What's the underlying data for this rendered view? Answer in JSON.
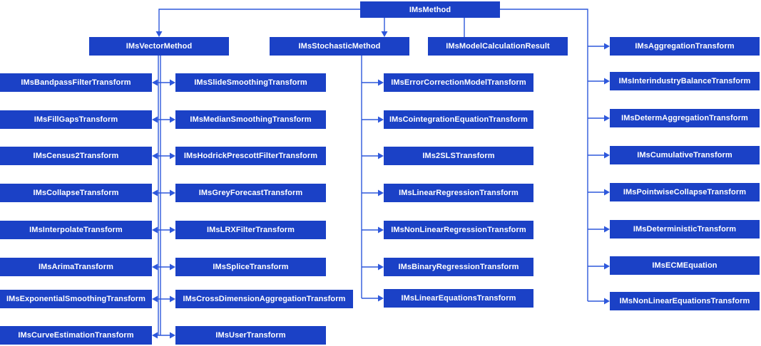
{
  "colors": {
    "node_fill": "#1b41c6",
    "connector": "#2e58dc",
    "text": "#ffffff",
    "background": "#ffffff"
  },
  "diagram": {
    "root": "IMsMethod",
    "level2": [
      "IMsVectorMethod",
      "IMsStochasticMethod",
      "IMsModelCalculationResult"
    ],
    "vector_left": [
      "IMsBandpassFilterTransform",
      "IMsFillGapsTransform",
      "IMsCensus2Transform",
      "IMsCollapseTransform",
      "IMsInterpolateTransform",
      "IMsArimaTransform",
      "IMsExponentialSmoothingTransform",
      "IMsCurveEstimationTransform"
    ],
    "vector_right": [
      "IMsSlideSmoothingTransform",
      "IMsMedianSmoothingTransform",
      "IMsHodrickPrescottFilterTransform",
      "IMsGreyForecastTransform",
      "IMsLRXFilterTransform",
      "IMsSpliceTransform",
      "IMsCrossDimensionAggregationTransform",
      "IMsUserTransform"
    ],
    "stochastic_children": [
      "IMsErrorCorrectionModelTransform",
      "IMsCointegrationEquationTransform",
      "IMs2SLSTransform",
      "IMsLinearRegressionTransform",
      "IMsNonLinearRegressionTransform",
      "IMsBinaryRegressionTransform",
      "IMsLinearEquationsTransform"
    ],
    "method_children": [
      "IMsAggregationTransform",
      "IMsInterindustryBalanceTransform",
      "IMsDetermAggregationTransform",
      "IMsCumulativeTransform",
      "IMsPointwiseCollapseTransform",
      "IMsDeterministicTransform",
      "IMsECMEquation",
      "IMsNonLinearEquationsTransform"
    ]
  }
}
